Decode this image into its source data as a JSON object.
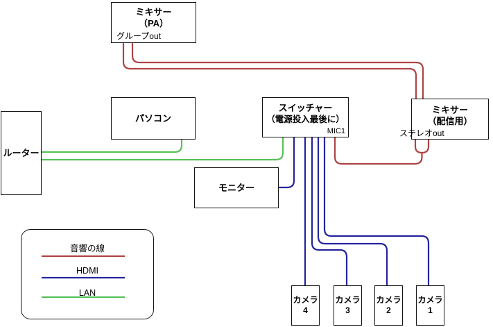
{
  "diagram": {
    "colors": {
      "audio": "#ae4343",
      "hdmi": "#24249e",
      "lan": "#57c159",
      "box_border": "#141414",
      "background": "#ffffff"
    },
    "nodes": {
      "mixer_pa": {
        "line1": "ミキサー",
        "line2": "（PA）",
        "port": "グループout"
      },
      "pc": {
        "label": "パソコン"
      },
      "switcher": {
        "line1": "スイッチャー",
        "line2": "（電源投入最後に）",
        "port": "MIC1"
      },
      "mixer_stream": {
        "line1": "ミキサー",
        "line2": "（配信用）",
        "port": "ステレオout"
      },
      "router": {
        "label": "ルーター"
      },
      "monitor": {
        "label": "モニター"
      },
      "cameras": [
        {
          "name": "カメラ",
          "number": "4"
        },
        {
          "name": "カメラ",
          "number": "3"
        },
        {
          "name": "カメラ",
          "number": "2"
        },
        {
          "name": "カメラ",
          "number": "1"
        }
      ]
    },
    "legend": {
      "items": [
        {
          "label": "音響の線",
          "color": "#ae4343",
          "type": "audio"
        },
        {
          "label": "HDMI",
          "color": "#24249e",
          "type": "hdmi"
        },
        {
          "label": "LAN",
          "color": "#57c159",
          "type": "lan"
        }
      ]
    },
    "connections": [
      {
        "from": "mixer_pa.group_out",
        "to": "mixer_stream",
        "type": "audio",
        "lines": 2
      },
      {
        "from": "mixer_stream.stereo_out",
        "to": "switcher.mic1",
        "type": "audio",
        "lines": 2
      },
      {
        "from": "switcher",
        "to": "monitor",
        "type": "hdmi"
      },
      {
        "from": "switcher",
        "to": "camera_4",
        "type": "hdmi"
      },
      {
        "from": "switcher",
        "to": "camera_3",
        "type": "hdmi"
      },
      {
        "from": "switcher",
        "to": "camera_2",
        "type": "hdmi"
      },
      {
        "from": "switcher",
        "to": "camera_1",
        "type": "hdmi"
      },
      {
        "from": "router",
        "to": "pc",
        "type": "lan"
      },
      {
        "from": "router",
        "to": "switcher",
        "type": "lan"
      }
    ]
  }
}
